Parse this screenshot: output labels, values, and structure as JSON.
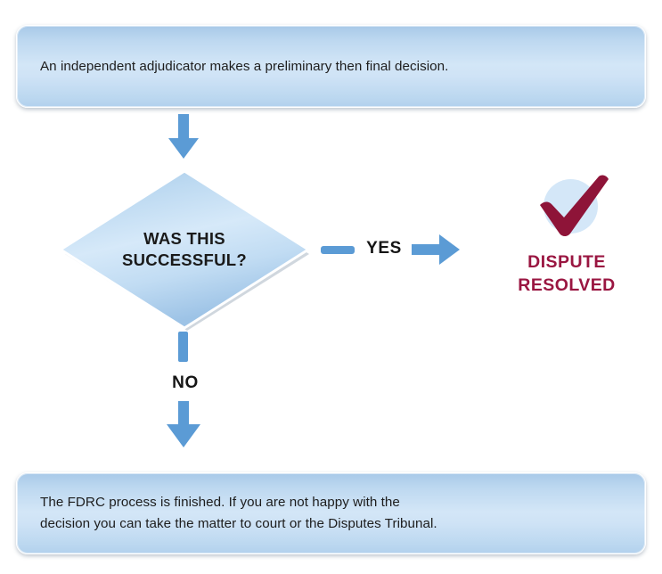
{
  "diagram": {
    "type": "flowchart",
    "title": "FDRC adjudication outcome flow",
    "colors": {
      "arrow_blue": "#5b9bd5",
      "box_gradient_top": "#a8c9e8",
      "box_gradient_mid": "#d3e6f7",
      "box_border": "#ffffff",
      "outcome_maroon": "#9a1641",
      "outcome_circle_blue": "#d4e7f8",
      "text_dark": "#1a1a1a"
    },
    "nodes": {
      "top_box": {
        "shape": "rounded-rectangle",
        "text": "An independent adjudicator makes a preliminary then final decision."
      },
      "decision": {
        "shape": "diamond",
        "text": "WAS THIS\nSUCCESSFUL?"
      },
      "outcome": {
        "icon": "check-circle",
        "caption": "DISPUTE\nRESOLVED"
      },
      "bottom_box": {
        "shape": "rounded-rectangle",
        "text": "The FDRC process is finished. If you are not happy with the\ndecision you can take the matter to court or the Disputes Tribunal."
      }
    },
    "edges": {
      "top_to_decision": {
        "label": "",
        "direction": "down"
      },
      "yes_branch": {
        "label": "YES",
        "direction": "right"
      },
      "no_branch": {
        "label": "NO",
        "direction": "down"
      }
    }
  }
}
